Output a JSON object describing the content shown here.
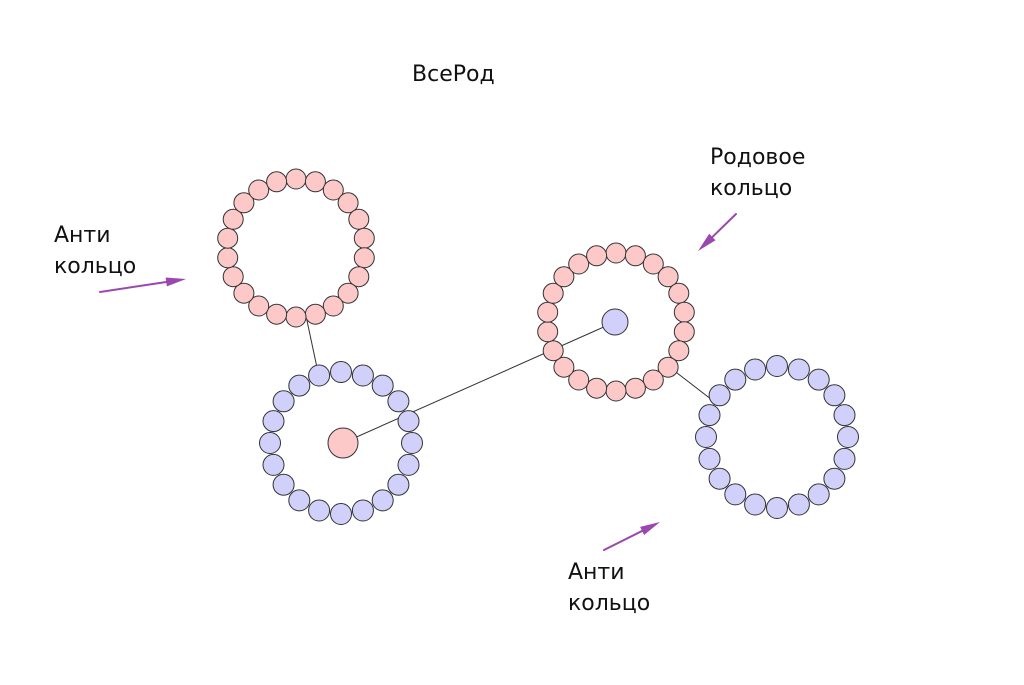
{
  "title": "ВсеРод",
  "labels": {
    "anti_left": {
      "line1": "Анти",
      "line2": "кольцо"
    },
    "rod_ring": {
      "line1": "Родовое",
      "line2": "кольцо"
    },
    "anti_bottom": {
      "line1": "Анти",
      "line2": "кольцо"
    }
  },
  "colors": {
    "pink": "#fcc8c8",
    "blue": "#d0d0fa",
    "arrow": "#9b47b0",
    "outline": "#333333"
  }
}
